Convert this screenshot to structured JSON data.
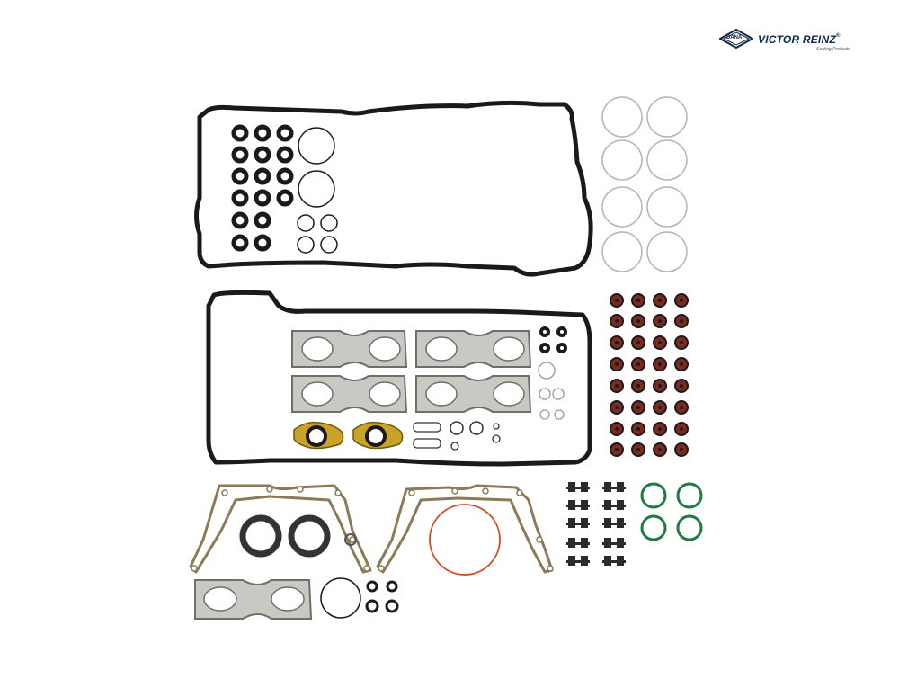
{
  "logo": {
    "mark_text": "DANA",
    "brand_text": "VICTOR REINZ",
    "registered": "®",
    "tagline": "Sealing Products"
  },
  "product": {
    "description": "cylinder head gasket set parts laid out on white background",
    "parts": [
      "valve-cover-gasket",
      "valve-cover-gasket",
      "grommet-ring",
      "o-ring",
      "exhaust-manifold-gasket",
      "valve-stem-seal",
      "timing-cover-gasket",
      "shaft-seal",
      "bolt-seal",
      "green-o-ring",
      "orange-o-ring",
      "turbo-gasket"
    ]
  },
  "colors": {
    "background": "#ffffff",
    "gasket_black": "#1a1a1a",
    "metal_gasket": "#c9c9c4",
    "metal_edge": "#6e6e6a",
    "seal_red": "#7a2a22",
    "oring_gray": "#b5b5b5",
    "oring_green": "#1f7a45",
    "oring_orange": "#d24a22",
    "gold_gasket": "#c9a227",
    "brand_navy": "#13294b"
  }
}
